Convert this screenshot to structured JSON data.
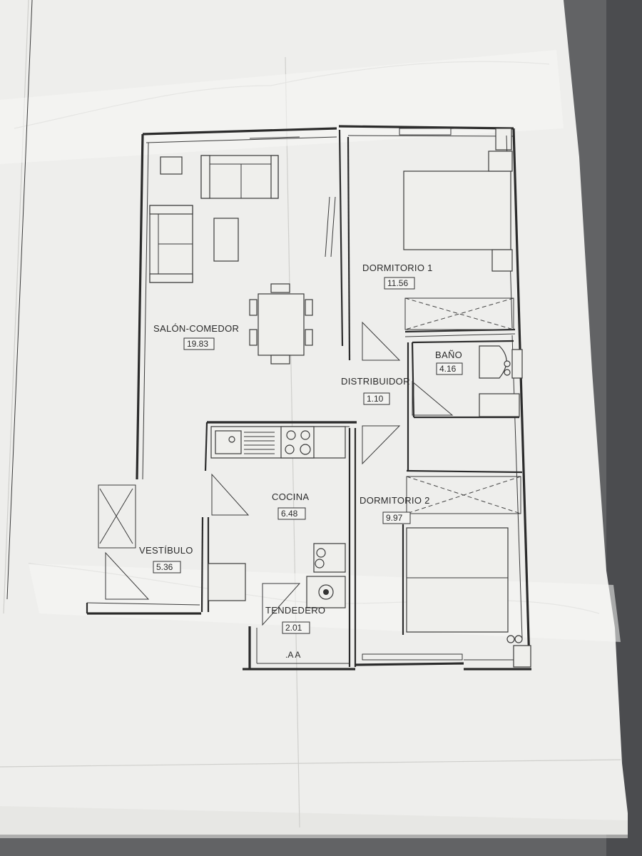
{
  "plan": {
    "rooms": [
      {
        "id": "salon",
        "name": "SALÓN-COMEDOR",
        "area": "19.83"
      },
      {
        "id": "dorm1",
        "name": "DORMITORIO 1",
        "area": "11.56"
      },
      {
        "id": "bano",
        "name": "BAÑO",
        "area": "4.16"
      },
      {
        "id": "distribuidor",
        "name": "DISTRIBUIDOR",
        "area": "1.10"
      },
      {
        "id": "cocina",
        "name": "COCINA",
        "area": "6.48"
      },
      {
        "id": "dorm2",
        "name": "DORMITORIO 2",
        "area": "9.97"
      },
      {
        "id": "vestibulo",
        "name": "VESTÍBULO",
        "area": "5.36"
      },
      {
        "id": "tendedero",
        "name": "TENDEDERO",
        "area": "2.01"
      }
    ],
    "misc_label": ".A A"
  }
}
